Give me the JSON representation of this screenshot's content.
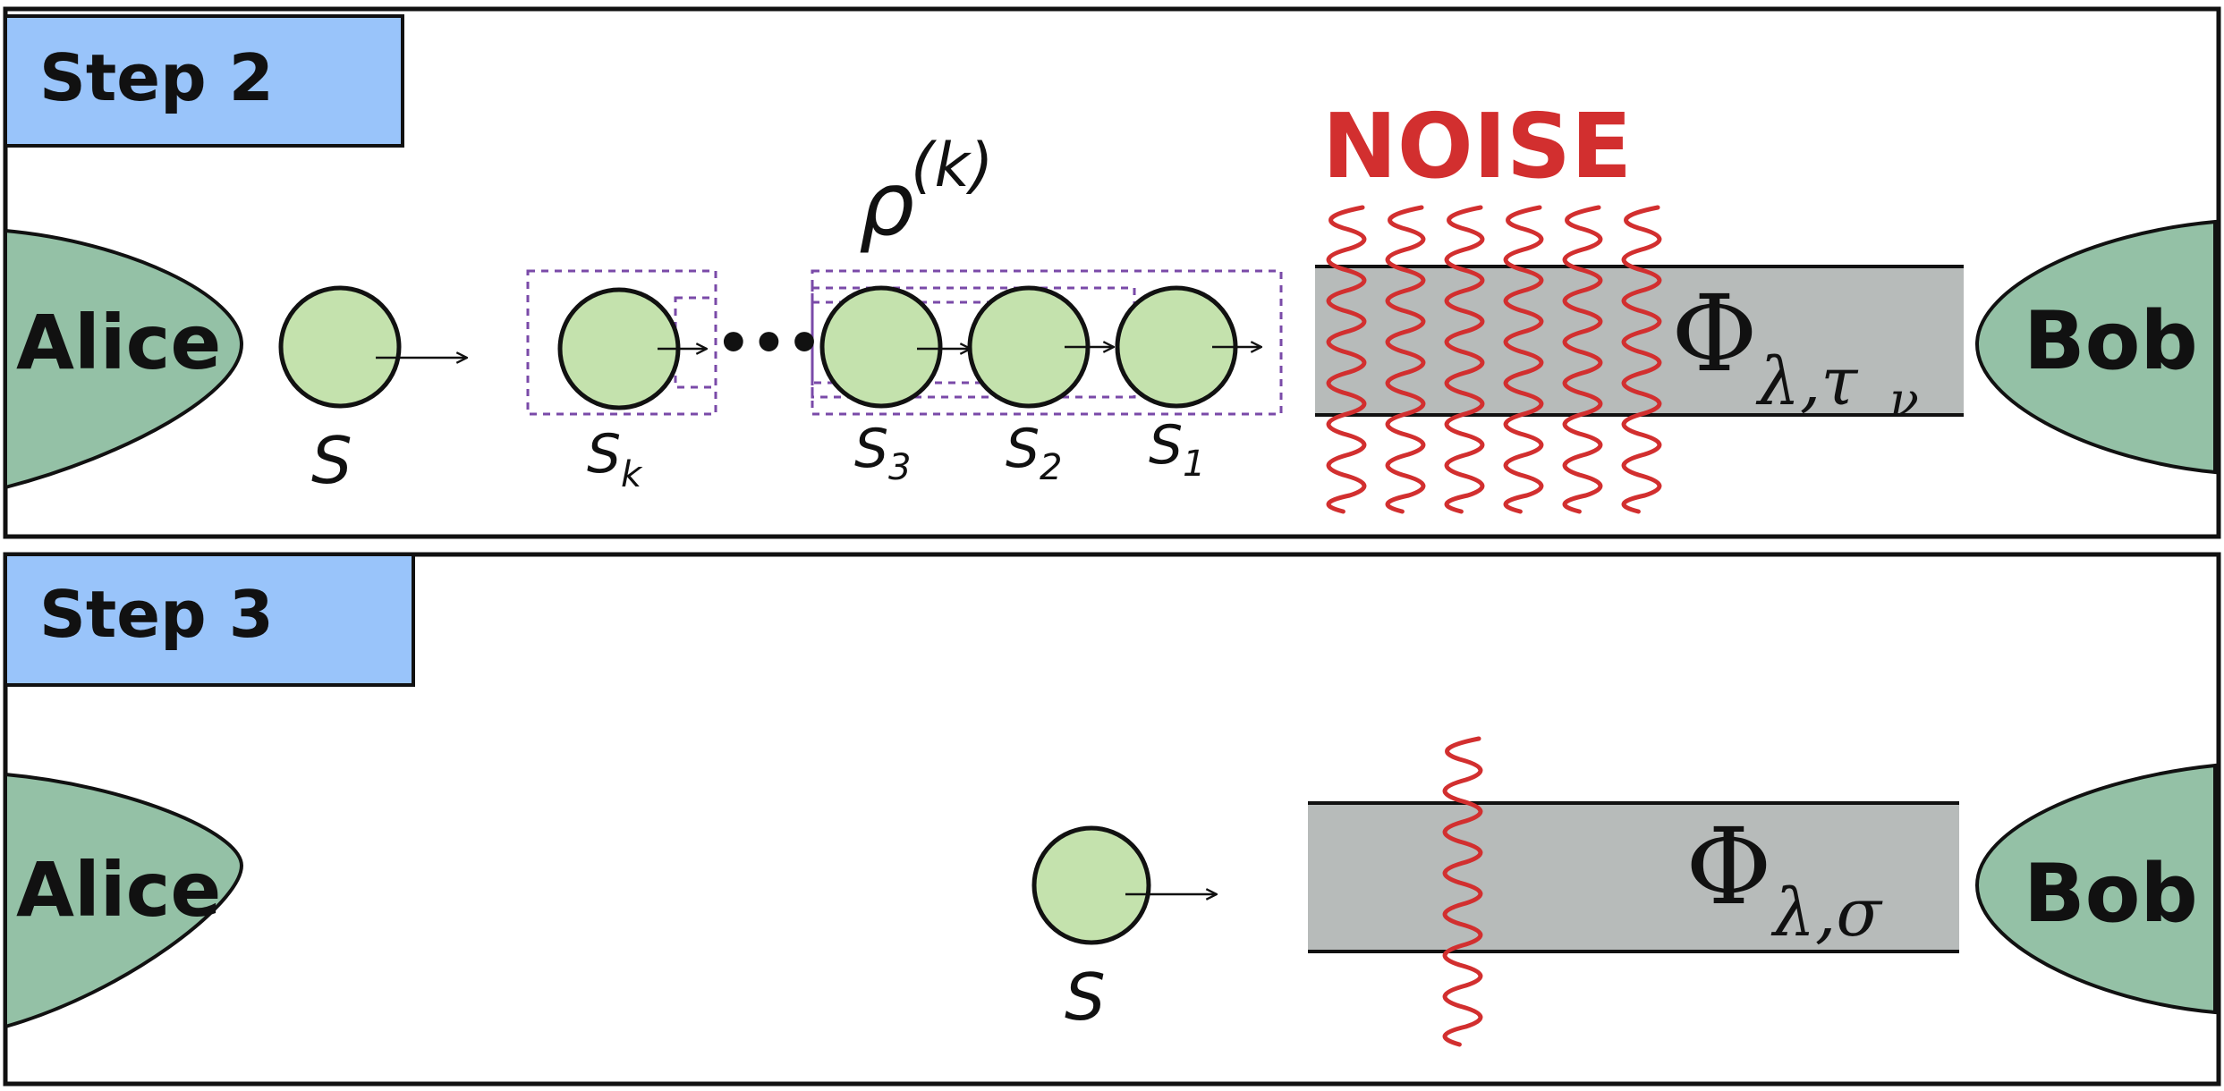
{
  "steps": [
    {
      "label": "Step 2",
      "sender": "Alice",
      "receiver": "Bob",
      "system": {
        "label": "S",
        "subscript": ""
      },
      "chain": [
        {
          "label": "S",
          "subscript": "k"
        },
        {
          "label": "S",
          "subscript": "3"
        },
        {
          "label": "S",
          "subscript": "2"
        },
        {
          "label": "S",
          "subscript": "1"
        }
      ],
      "ellipsis": "•••",
      "state": {
        "base": "ρ",
        "superscript": "(k)"
      },
      "noise": "NOISE",
      "channel": {
        "symbol": "Φ",
        "subscript_main": "λ,τ",
        "subscript_sub": "ν"
      },
      "noise_lines": 6
    },
    {
      "label": "Step 3",
      "sender": "Alice",
      "receiver": "Bob",
      "system": {
        "label": "S",
        "subscript": ""
      },
      "channel": {
        "symbol": "Φ",
        "subscript_main": "λ,σ",
        "subscript_sub": ""
      },
      "noise_lines": 1
    }
  ],
  "colors": {
    "step_tab": "#99c4fa",
    "party": "#94c1a6",
    "particle": "#c4e2ad",
    "channel": "#b7bbba",
    "noise": "#d22f2f",
    "dashed_box": "#7a4aa8",
    "stroke": "#111111"
  }
}
